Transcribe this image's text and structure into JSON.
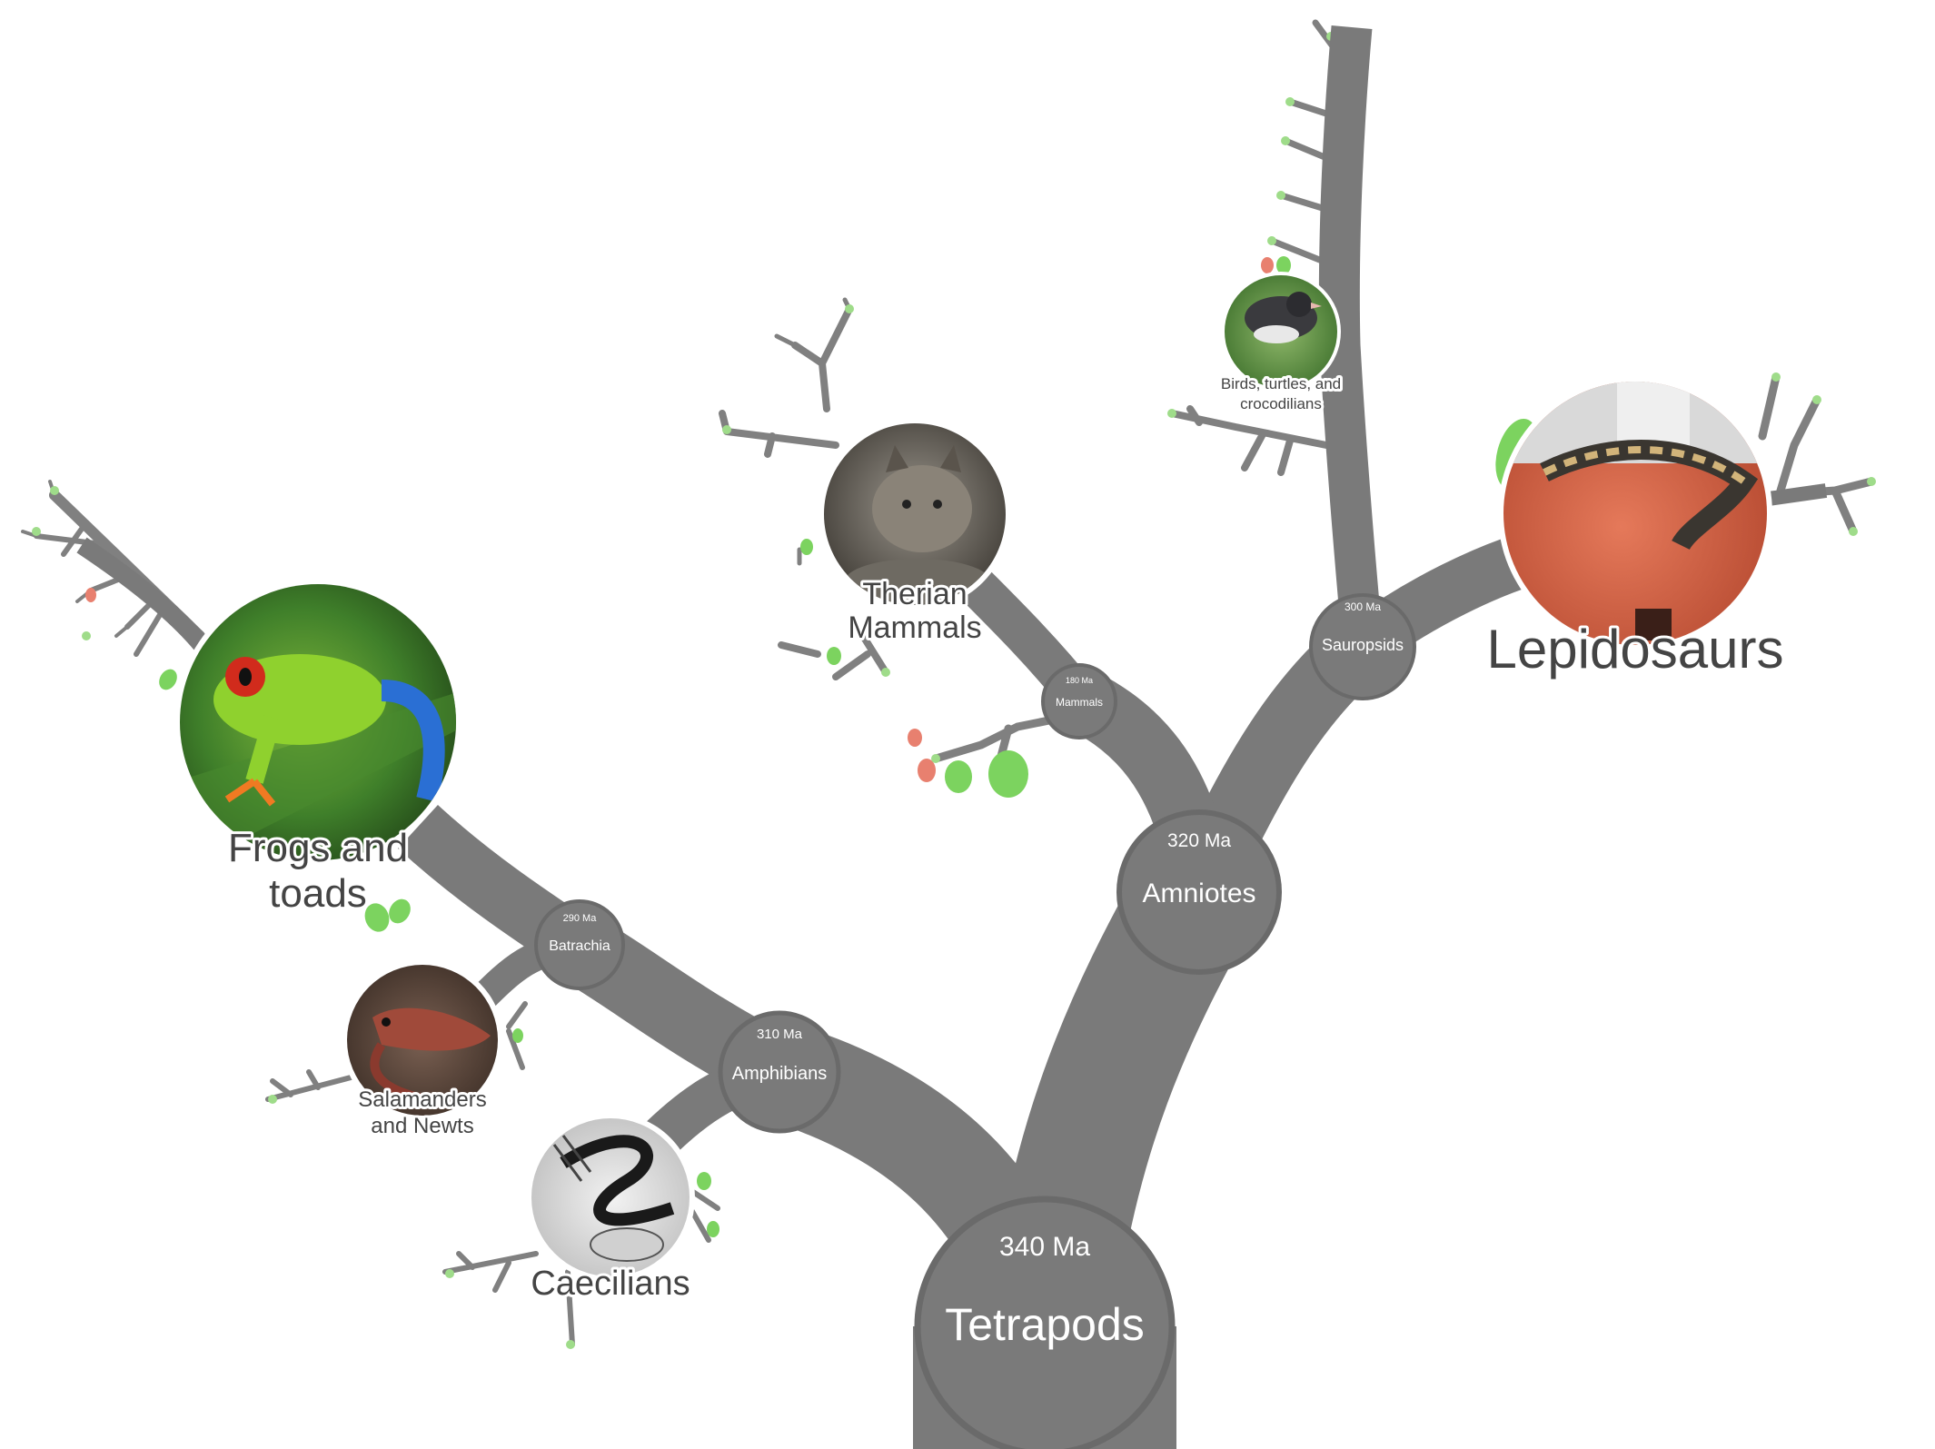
{
  "colors": {
    "trunk": "#7a7a7a",
    "node": "#7a7a7a",
    "node_ring": "#6a6a6a",
    "twig": "#808080",
    "leaf_green": "#7cd35f",
    "leaf_red": "#e8806f",
    "label_text": "#444444",
    "background": "#ffffff"
  },
  "nodes": {
    "tetrapods": {
      "date": "340 Ma",
      "name": "Tetrapods"
    },
    "amniotes": {
      "date": "320 Ma",
      "name": "Amniotes"
    },
    "amphibians": {
      "date": "310 Ma",
      "name": "Amphibians"
    },
    "batrachia": {
      "date": "290 Ma",
      "name": "Batrachia"
    },
    "sauropsids": {
      "date": "300 Ma",
      "name": "Sauropsids"
    },
    "mammals": {
      "date": "180 Ma",
      "name": "Mammals"
    }
  },
  "leaves": {
    "frogs": {
      "label_line1": "Frogs and",
      "label_line2": "toads",
      "image": "red-eyed-tree-frog-photo"
    },
    "salamanders": {
      "label_line1": "Salamanders",
      "label_line2": "and Newts",
      "image": "salamander-photo"
    },
    "caecilians": {
      "label_line1": "Caecilians",
      "image": "caecilian-engraving"
    },
    "therian": {
      "label_line1": "Therian",
      "label_line2": "Mammals",
      "image": "bobcat-photo"
    },
    "birds": {
      "label_line1": "Birds, turtles, and",
      "label_line2": "crocodilians",
      "image": "junco-bird-photo"
    },
    "lepidosaurs": {
      "label_line1": "Lepidosaurs",
      "image": "ball-python-photo"
    }
  }
}
